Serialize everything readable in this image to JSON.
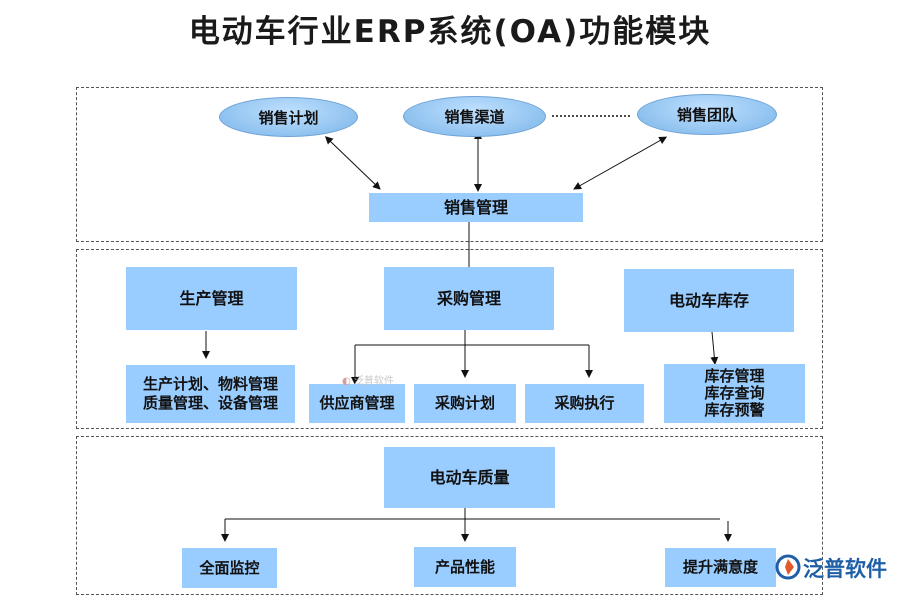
{
  "title": "电动车行业ERP系统(OA)功能模块",
  "sales": {
    "plan": "销售计划",
    "channel": "销售渠道",
    "team": "销售团队",
    "management": "销售管理"
  },
  "production": {
    "management": "生产管理",
    "detail": "生产计划、物料管理\n质量管理、设备管理"
  },
  "purchasing": {
    "management": "采购管理",
    "supplier": "供应商管理",
    "plan": "采购计划",
    "execution": "采购执行"
  },
  "inventory": {
    "management": "电动车库存",
    "detail": "库存管理\n库存查询\n库存预警"
  },
  "quality": {
    "management": "电动车质量",
    "monitoring": "全面监控",
    "performance": "产品性能",
    "satisfaction": "提升满意度"
  },
  "branding": {
    "logo_text": "泛普软件",
    "watermark_text": "泛普软件",
    "logo_icon": "fanpu-logo-icon"
  },
  "colors": {
    "box_fill": "#99ccff",
    "oval_fill": "#8fc2ef",
    "logo": "#1f5fa8"
  }
}
